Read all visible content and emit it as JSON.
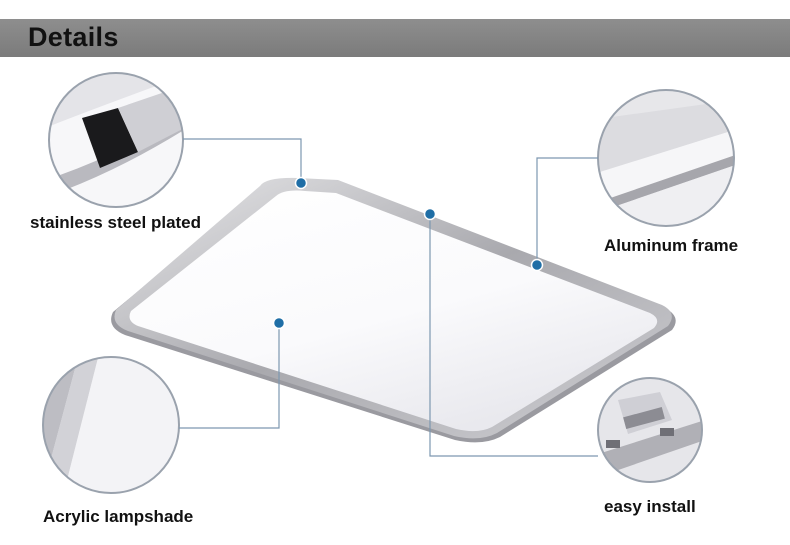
{
  "header": {
    "title": "Details"
  },
  "callouts": {
    "stainless": "stainless steel plated",
    "aluminum": "Aluminum frame",
    "acrylic": "Acrylic lampshade",
    "install": "easy install"
  },
  "colors": {
    "marker": "#1f6ea6",
    "leader": "#7d98b0",
    "frame": "#a8a8ad",
    "header_bg": "#858585"
  }
}
